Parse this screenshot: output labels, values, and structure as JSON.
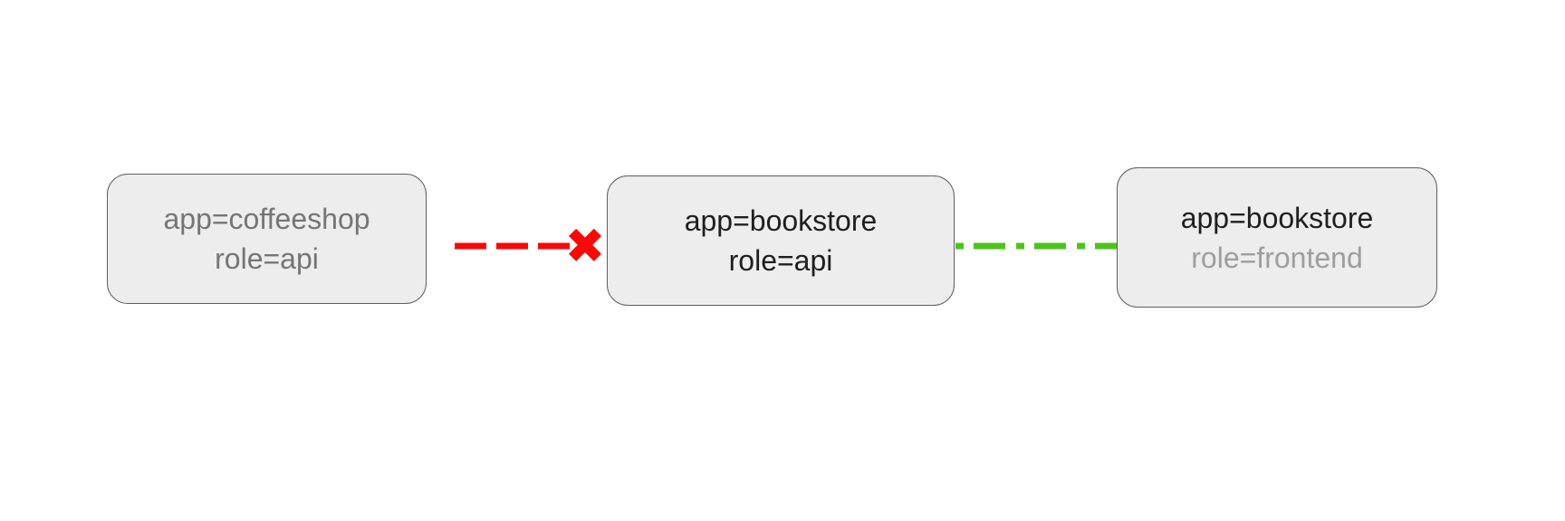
{
  "diagram": {
    "background": "#ffffff",
    "nodes": {
      "coffeeshop_api": {
        "label_app": "app=coffeeshop",
        "label_role": "role=api"
      },
      "bookstore_api": {
        "label_app": "app=bookstore",
        "label_role": "role=api"
      },
      "bookstore_frontend": {
        "label_app": "app=bookstore",
        "label_role": "role=frontend"
      }
    },
    "connections": {
      "coffeeshop_to_bookstore_api": {
        "color": "#fa0808",
        "blocked_icon": "✖"
      },
      "bookstore_api_to_frontend": {
        "color": "#4cc41e"
      }
    },
    "colors": {
      "node_fill": "#ededed",
      "node_border": "#5f5f5f",
      "text_dark": "#1f1f1f",
      "text_muted": "#757575",
      "text_light": "#9e9e9e"
    }
  }
}
